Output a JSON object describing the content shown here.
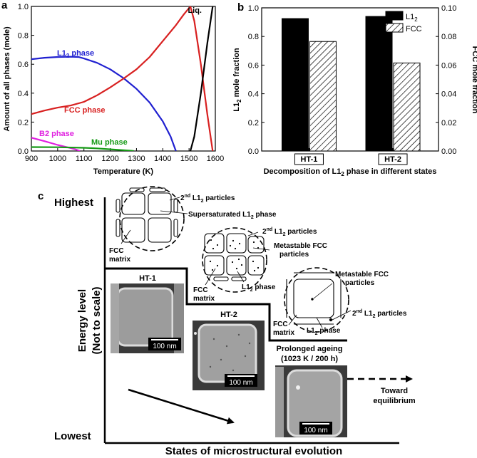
{
  "panel_a": {
    "label": "a",
    "ylabel": "Amount of all phases (mole)",
    "xlabel": "Temperature (K)",
    "xticks": [
      "900",
      "1000",
      "1100",
      "1200",
      "1300",
      "1400",
      "1500",
      "1600"
    ],
    "yticks": [
      "0.0",
      "0.2",
      "0.4",
      "0.6",
      "0.8",
      "1.0"
    ]
  },
  "panel_b": {
    "label": "b",
    "ylabel_left_main": "L1",
    "ylabel_left_sub": "2",
    "ylabel_left_rest": " mole fraction",
    "ylabel_right": "FCC mole fraction",
    "xlabel_main": "Decomposition of L1",
    "xlabel_sub": "2",
    "xlabel_rest": " phase in different states",
    "yticks_left": [
      "0.0",
      "0.2",
      "0.4",
      "0.6",
      "0.8",
      "1.0"
    ],
    "yticks_right": [
      "0.00",
      "0.02",
      "0.04",
      "0.06",
      "0.08",
      "0.10"
    ],
    "legend_l12_main": "L1",
    "legend_l12_sub": "2",
    "legend_fcc": "FCC"
  },
  "panel_c": {
    "label": "c",
    "y_top": "Highest",
    "y_bottom": "Lowest",
    "ylabel_line1": "Energy level",
    "ylabel_line2": "(Not to scale)",
    "xlabel": "States of microstructural evolution",
    "ht1": "HT-1",
    "ht2": "HT-2",
    "prolonged_line1": "Prolonged ageing",
    "prolonged_line2": "(1023 K / 200 h)",
    "toward_line1": "Toward",
    "toward_line2": "equilibrium",
    "scale_bar": "100 nm",
    "c1_second_main": "2",
    "c1_second_sup": "nd",
    "c1_second_rest": " L1",
    "c1_second_sub": "2",
    "c1_second_end": " particles",
    "c1_super_main": "Supersaturated L1",
    "c1_super_sub": "2",
    "c1_super_end": " phase",
    "fcc_line1": "FCC",
    "fcc_line2": "matrix",
    "meta_line1": "Metastable FCC",
    "meta_line2": "particles",
    "l12_main": "L1",
    "l12_sub": "2",
    "l12_end": " phase"
  },
  "chart_data": [
    {
      "type": "line",
      "panel": "a",
      "xlabel": "Temperature (K)",
      "ylabel": "Amount of all phases (mole)",
      "xlim": [
        900,
        1600
      ],
      "ylim": [
        0,
        1.0
      ],
      "series": [
        {
          "name": "L1₂ phase",
          "color": "#2020d0",
          "label_text": "L1",
          "label_sub": "2",
          "label_rest": " phase",
          "x": [
            900,
            950,
            1000,
            1050,
            1080,
            1100,
            1150,
            1200,
            1250,
            1300,
            1350,
            1400,
            1430,
            1450
          ],
          "y": [
            0.635,
            0.645,
            0.65,
            0.652,
            0.65,
            0.64,
            0.61,
            0.565,
            0.505,
            0.43,
            0.335,
            0.205,
            0.1,
            0.0
          ]
        },
        {
          "name": "FCC phase",
          "color": "#d82020",
          "label_text": "FCC phase",
          "x": [
            900,
            950,
            1000,
            1050,
            1100,
            1150,
            1200,
            1250,
            1300,
            1350,
            1400,
            1450,
            1480,
            1505,
            1520,
            1545,
            1570,
            1590
          ],
          "y": [
            0.255,
            0.28,
            0.3,
            0.315,
            0.34,
            0.385,
            0.44,
            0.5,
            0.565,
            0.65,
            0.76,
            0.87,
            0.945,
            1.0,
            0.9,
            0.6,
            0.25,
            0.0
          ]
        },
        {
          "name": "B2 phase",
          "color": "#e020e0",
          "label_text": "B2 phase",
          "x": [
            900,
            950,
            1000,
            1050,
            1070,
            1085
          ],
          "y": [
            0.092,
            0.068,
            0.042,
            0.02,
            0.01,
            0.0
          ]
        },
        {
          "name": "Mu phase",
          "color": "#159a15",
          "label_text": "Mu phase",
          "x": [
            900,
            1000,
            1100,
            1150,
            1200,
            1250,
            1280,
            1290
          ],
          "y": [
            0.027,
            0.026,
            0.022,
            0.018,
            0.012,
            0.006,
            0.002,
            0.0
          ]
        },
        {
          "name": "Liq.",
          "color": "#000000",
          "label_text": "Liq.",
          "x": [
            1505,
            1520,
            1545,
            1570,
            1590
          ],
          "y": [
            0.0,
            0.1,
            0.4,
            0.75,
            1.0
          ]
        }
      ]
    },
    {
      "type": "bar",
      "panel": "b",
      "categories": [
        "HT-1",
        "HT-2"
      ],
      "ylim_left": [
        0,
        1.0
      ],
      "ylim_right": [
        0,
        0.1
      ],
      "series": [
        {
          "name": "L1₂",
          "axis": "left",
          "fill": "#000000",
          "values": [
            0.925,
            0.94
          ]
        },
        {
          "name": "FCC",
          "axis": "right",
          "fill": "hatch",
          "values": [
            0.0765,
            0.0615
          ]
        }
      ]
    }
  ]
}
